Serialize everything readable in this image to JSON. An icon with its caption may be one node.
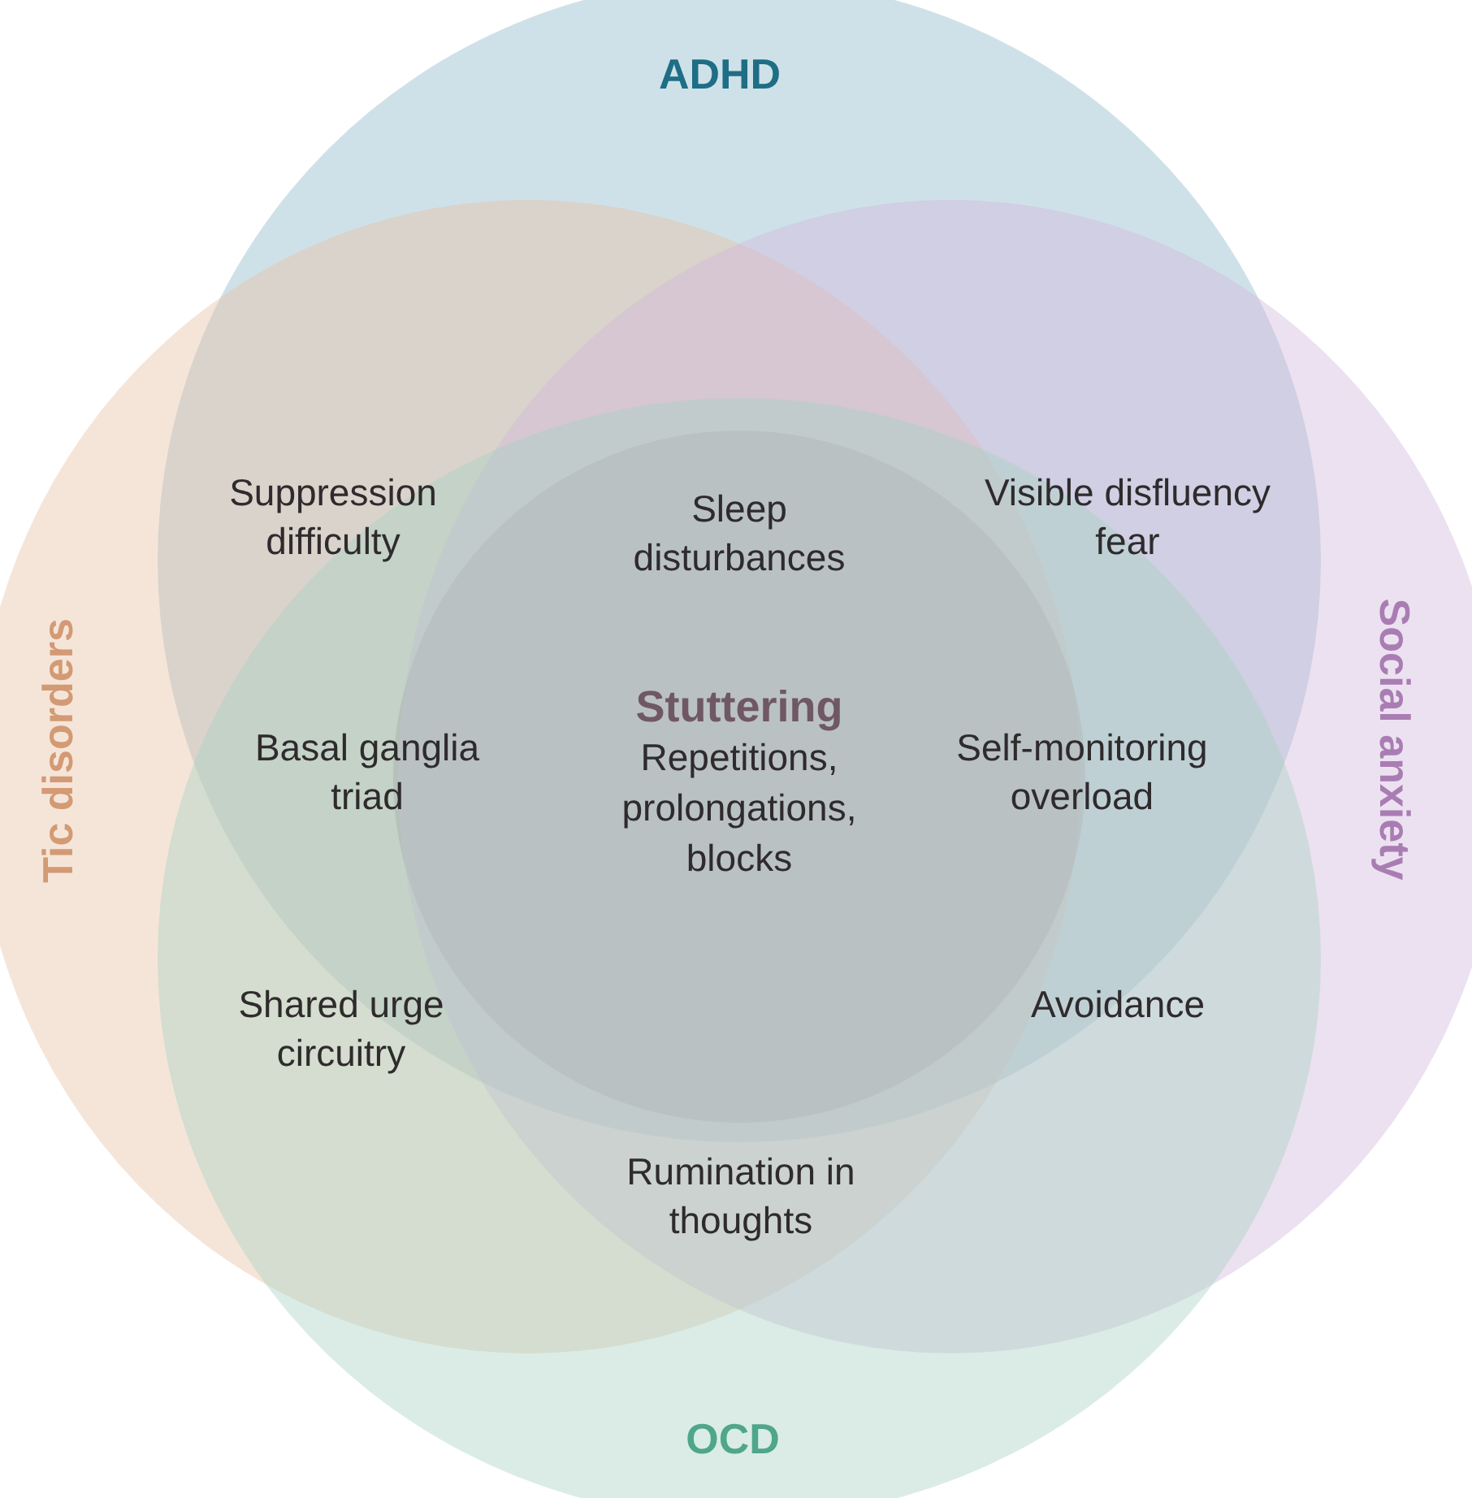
{
  "diagram": {
    "nodes": [
      {
        "text": [
          "ADHD"
        ]
      },
      {
        "text": [
          "Tic disorders"
        ]
      },
      {
        "text": [
          "Stuttering",
          "Repetitions, prolongations, blocks"
        ]
      },
      {
        "text": [
          "Social anxiety"
        ]
      },
      {
        "text": [
          "OCD"
        ]
      }
    ],
    "labels": [
      "Suppression difficulty",
      "Sleep disturbances",
      "Visible disfluency fear",
      "Basal ganglia triad",
      "Self-monitoring overload",
      "Shared urge circuitry",
      "Avoidance",
      "Rumination in thoughts"
    ]
  }
}
